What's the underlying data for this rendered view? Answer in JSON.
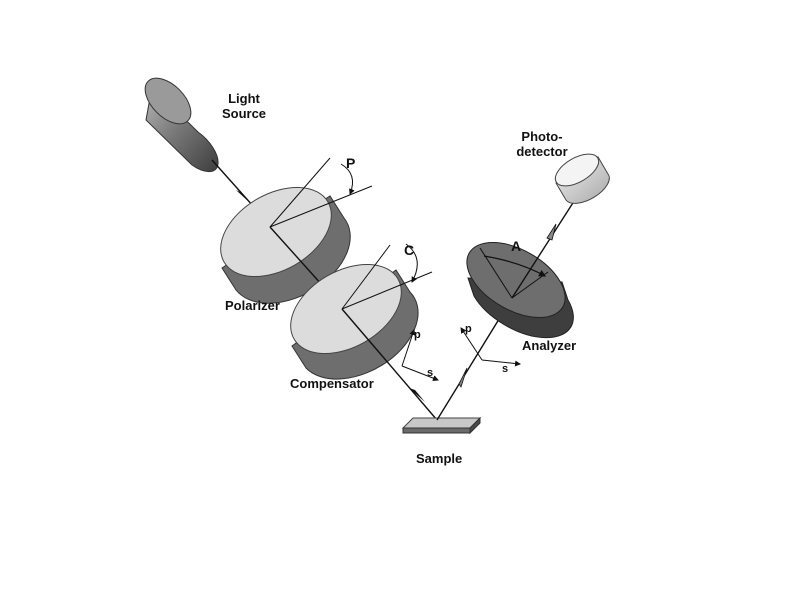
{
  "labels": {
    "light_source_line1": "Light",
    "light_source_line2": "Source",
    "photodetector_line1": "Photo-",
    "photodetector_line2": "detector",
    "polarizer": "Polarizer",
    "compensator": "Compensator",
    "analyzer": "Analyzer",
    "sample": "Sample",
    "angle_p": "P",
    "angle_c": "C",
    "angle_a": "A",
    "incident_p": "p",
    "incident_s": "s",
    "reflected_p": "p",
    "reflected_s": "s"
  }
}
